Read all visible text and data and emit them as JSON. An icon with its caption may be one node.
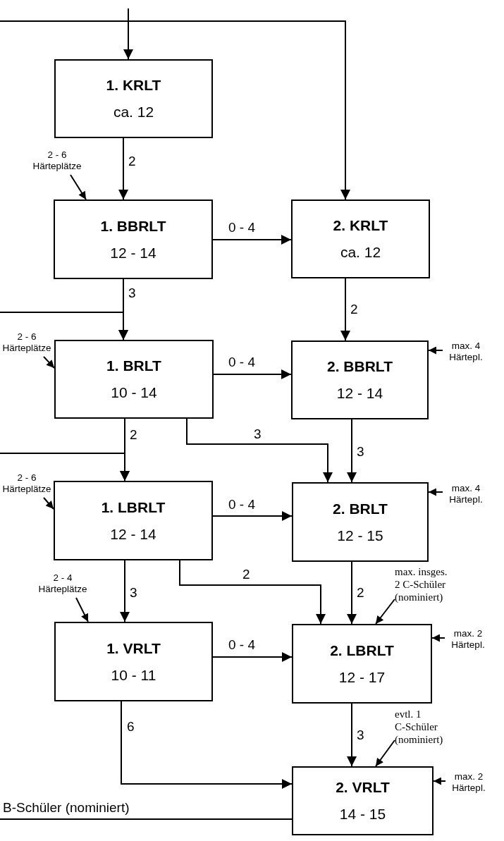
{
  "diagram": {
    "nodes": [
      {
        "text": [
          "1. KRLT",
          "ca. 12"
        ]
      },
      {
        "text": [
          "1. BBRLT",
          "12 - 14"
        ]
      },
      {
        "text": [
          "2. KRLT",
          "ca. 12"
        ]
      },
      {
        "text": [
          "1. BRLT",
          "10 - 14"
        ]
      },
      {
        "text": [
          "2. BBRLT",
          "12 - 14"
        ]
      },
      {
        "text": [
          "1. LBRLT",
          "12 - 14"
        ]
      },
      {
        "text": [
          "2. BRLT",
          "12 - 15"
        ]
      },
      {
        "text": [
          "2. LBRLT",
          "12 - 17"
        ]
      },
      {
        "text": [
          "1. VRLT",
          "10 - 11"
        ]
      },
      {
        "text": [
          "2. VRLT",
          "14 - 15"
        ]
      },
      {
        "text": [
          "2 - 6 Härteplätze"
        ]
      },
      {
        "text": [
          "2 - 6 Härteplätze"
        ]
      },
      {
        "text": [
          "2 - 6 Härteplätze"
        ]
      },
      {
        "text": [
          "2 - 4 Härteplätze"
        ]
      },
      {
        "text": [
          "max. 4 Härtepl."
        ]
      },
      {
        "text": [
          "max. 4 Härtepl."
        ]
      },
      {
        "text": [
          "max. insges. 2 C-Schüler (nominiert)"
        ]
      },
      {
        "text": [
          "max. 2 Härtepl."
        ]
      },
      {
        "text": [
          "evtl. 1 C-Schüler (nominiert)"
        ]
      },
      {
        "text": [
          "max. 2 Härtepl."
        ]
      }
    ],
    "edges": [
      {
        "from": null,
        "to": 0,
        "arrow": "to"
      },
      {
        "from": null,
        "to": 2,
        "arrow": "to"
      },
      {
        "from": 0,
        "to": 1,
        "arrow": "to",
        "label": "2"
      },
      {
        "from": 1,
        "to": 2,
        "arrow": "to",
        "label": "0 - 4"
      },
      {
        "from": 1,
        "to": 3,
        "arrow": "to",
        "label": "3"
      },
      {
        "from": null,
        "to": 3,
        "arrow": "to"
      },
      {
        "from": 2,
        "to": 4,
        "arrow": "to",
        "label": "2"
      },
      {
        "from": 3,
        "to": 4,
        "arrow": "to",
        "label": "0 - 4"
      },
      {
        "from": 3,
        "to": 5,
        "arrow": "to",
        "label": "2"
      },
      {
        "from": null,
        "to": 5,
        "arrow": "to"
      },
      {
        "from": 3,
        "to": 6,
        "arrow": "to",
        "label": "3"
      },
      {
        "from": 4,
        "to": 6,
        "arrow": "to",
        "label": "3"
      },
      {
        "from": 5,
        "to": 6,
        "arrow": "to",
        "label": "0 - 4"
      },
      {
        "from": 5,
        "to": 8,
        "arrow": "to",
        "label": "3"
      },
      {
        "from": 5,
        "to": 7,
        "arrow": "to",
        "label": "2"
      },
      {
        "from": 6,
        "to": 7,
        "arrow": "to",
        "label": "2"
      },
      {
        "from": 8,
        "to": 7,
        "arrow": "to",
        "label": "0 - 4"
      },
      {
        "from": 7,
        "to": 9,
        "arrow": "to",
        "label": "3"
      },
      {
        "from": 8,
        "to": 9,
        "arrow": "to",
        "label": "6"
      },
      {
        "from": null,
        "to": 9,
        "arrow": "none",
        "label": "B-Schüler (nominiert)"
      },
      {
        "from": 10,
        "to": 1,
        "arrow": "to"
      },
      {
        "from": 11,
        "to": 3,
        "arrow": "to"
      },
      {
        "from": 12,
        "to": 5,
        "arrow": "to"
      },
      {
        "from": 13,
        "to": 8,
        "arrow": "to"
      },
      {
        "from": 14,
        "to": 4,
        "arrow": "to"
      },
      {
        "from": 15,
        "to": 6,
        "arrow": "to"
      },
      {
        "from": 16,
        "to": 7,
        "arrow": "to"
      },
      {
        "from": 17,
        "to": 7,
        "arrow": "to"
      },
      {
        "from": 18,
        "to": 9,
        "arrow": "to"
      },
      {
        "from": 19,
        "to": 9,
        "arrow": "to"
      }
    ]
  }
}
